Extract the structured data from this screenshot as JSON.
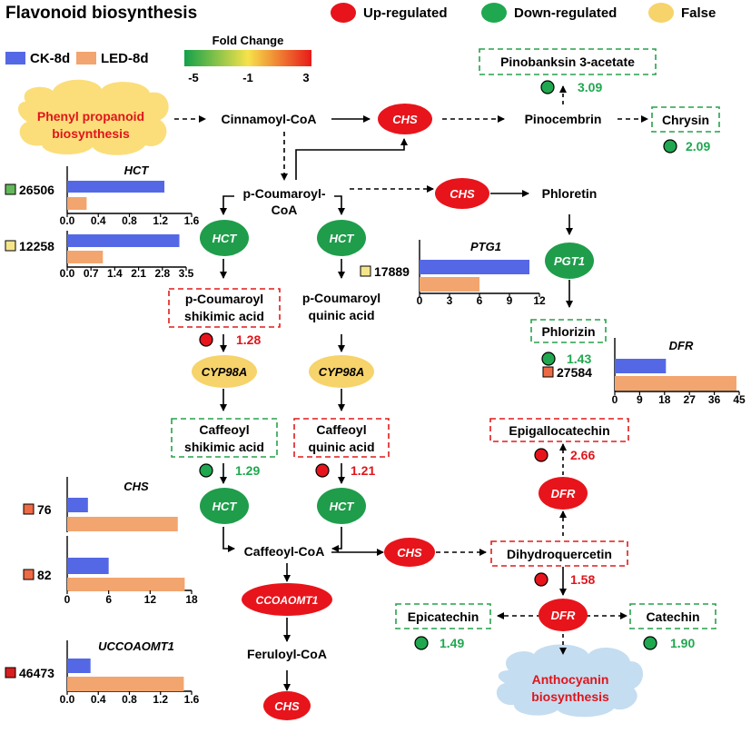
{
  "title": "Flavonoid biosynthesis",
  "legend": {
    "states": [
      {
        "label": "Up-regulated",
        "color": "#e8141b"
      },
      {
        "label": "Down-regulated",
        "color": "#1fa84f"
      },
      {
        "label": "False",
        "color": "#f7d36b"
      }
    ],
    "samples": [
      {
        "label": "CK-8d",
        "color": "#5468e6"
      },
      {
        "label": "LED-8d",
        "color": "#f2a56e"
      }
    ],
    "fold_change": {
      "title": "Fold Change",
      "ticks": [
        "-5",
        "-1",
        "3"
      ]
    }
  },
  "clouds": {
    "phenylpropanoid": {
      "line1": "Phenyl propanoid",
      "line2": "biosynthesis"
    },
    "anthocyanin": {
      "line1": "Anthocyanin",
      "line2": "biosynthesis"
    }
  },
  "compounds": {
    "cinnamoyl_coa": "Cinnamoyl-CoA",
    "pcoumaroyl_coa_1": "p-Coumaroyl-",
    "pcoumaroyl_coa_2": "CoA",
    "pinocembrin": "Pinocembrin",
    "phloretin": "Phloretin",
    "pcq_1": "p-Coumaroyl",
    "pcq_2": "quinic acid",
    "caffeoyl_coa": "Caffeoyl-CoA",
    "feruloyl_coa": "Feruloyl-CoA"
  },
  "boxed": {
    "pinobanksin": {
      "text": "Pinobanksin 3-acetate",
      "value": "3.09"
    },
    "chrysin": {
      "text": "Chrysin",
      "value": "2.09"
    },
    "pcs": {
      "line1": "p-Coumaroyl",
      "line2": "shikimic acid",
      "value": "1.28"
    },
    "phlorizin": {
      "text": "Phlorizin",
      "value": "1.43"
    },
    "cs": {
      "line1": "Caffeoyl",
      "line2": "shikimic acid",
      "value": "1.29"
    },
    "cq": {
      "line1": "Caffeoyl",
      "line2": "quinic acid",
      "value": "1.21"
    },
    "egc": {
      "text": "Epigallocatechin",
      "value": "2.66"
    },
    "dhq": {
      "text": "Dihydroquercetin",
      "value": "1.58"
    },
    "epicatechin": {
      "text": "Epicatechin",
      "value": "1.49"
    },
    "catechin": {
      "text": "Catechin",
      "value": "1.90"
    }
  },
  "enzymes": {
    "chs1": "CHS",
    "chs2": "CHS",
    "hct1": "HCT",
    "hct2": "HCT",
    "pgt1": "PGT1",
    "cyp1": "CYP98A",
    "cyp2": "CYP98A",
    "hct3": "HCT",
    "hct4": "HCT",
    "dfr1": "DFR",
    "ccoaomt": "CCOAOMT1",
    "chs3": "CHS",
    "dfr2": "DFR",
    "chs4": "CHS"
  },
  "chart_data": [
    {
      "type": "bar",
      "title": "HCT",
      "gene_id": "26506",
      "gene_color": "#62b85a",
      "series": [
        {
          "name": "CK-8d",
          "values": [
            1.25
          ]
        },
        {
          "name": "LED-8d",
          "values": [
            0.25
          ]
        }
      ],
      "xlim": [
        0,
        1.6
      ],
      "ticks": [
        "0.0",
        "0.4",
        "0.8",
        "1.2",
        "1.6"
      ]
    },
    {
      "type": "bar",
      "title": "",
      "gene_id": "12258",
      "gene_color": "#f4e58a",
      "series": [
        {
          "name": "CK-8d",
          "values": [
            3.3
          ]
        },
        {
          "name": "LED-8d",
          "values": [
            1.05
          ]
        }
      ],
      "xlim": [
        0,
        3.5
      ],
      "ticks": [
        "0.0",
        "0.7",
        "1.4",
        "2.1",
        "2.8",
        "3.5"
      ]
    },
    {
      "type": "bar",
      "title": "PTG1",
      "gene_id": "17889",
      "gene_color": "#f4e58a",
      "series": [
        {
          "name": "CK-8d",
          "values": [
            11
          ]
        },
        {
          "name": "LED-8d",
          "values": [
            6
          ]
        }
      ],
      "xlim": [
        0,
        12
      ],
      "ticks": [
        "0",
        "3",
        "6",
        "9",
        "12"
      ]
    },
    {
      "type": "bar",
      "title": "DFR",
      "gene_id": "27584",
      "gene_color": "#ee6a45",
      "series": [
        {
          "name": "CK-8d",
          "values": [
            18.5
          ]
        },
        {
          "name": "LED-8d",
          "values": [
            44
          ]
        }
      ],
      "xlim": [
        0,
        45
      ],
      "ticks": [
        "0",
        "9",
        "18",
        "27",
        "36",
        "45"
      ]
    },
    {
      "type": "bar",
      "title": "CHS",
      "gene_id": "76",
      "gene_color": "#ee6a45",
      "series": [
        {
          "name": "CK-8d",
          "values": [
            3
          ]
        },
        {
          "name": "LED-8d",
          "values": [
            16
          ]
        }
      ],
      "xlim": [
        0,
        18
      ],
      "ticks": []
    },
    {
      "type": "bar",
      "title": "",
      "gene_id": "82",
      "gene_color": "#ee6a45",
      "series": [
        {
          "name": "CK-8d",
          "values": [
            6
          ]
        },
        {
          "name": "LED-8d",
          "values": [
            17
          ]
        }
      ],
      "xlim": [
        0,
        18
      ],
      "ticks": [
        "0",
        "6",
        "12",
        "18"
      ]
    },
    {
      "type": "bar",
      "title": "UCCOAOMT1",
      "gene_id": "46473",
      "gene_color": "#d81e1e",
      "series": [
        {
          "name": "CK-8d",
          "values": [
            0.3
          ]
        },
        {
          "name": "LED-8d",
          "values": [
            1.5
          ]
        }
      ],
      "xlim": [
        0,
        1.6
      ],
      "ticks": [
        "0.0",
        "0.4",
        "0.8",
        "1.2",
        "1.6"
      ]
    }
  ]
}
